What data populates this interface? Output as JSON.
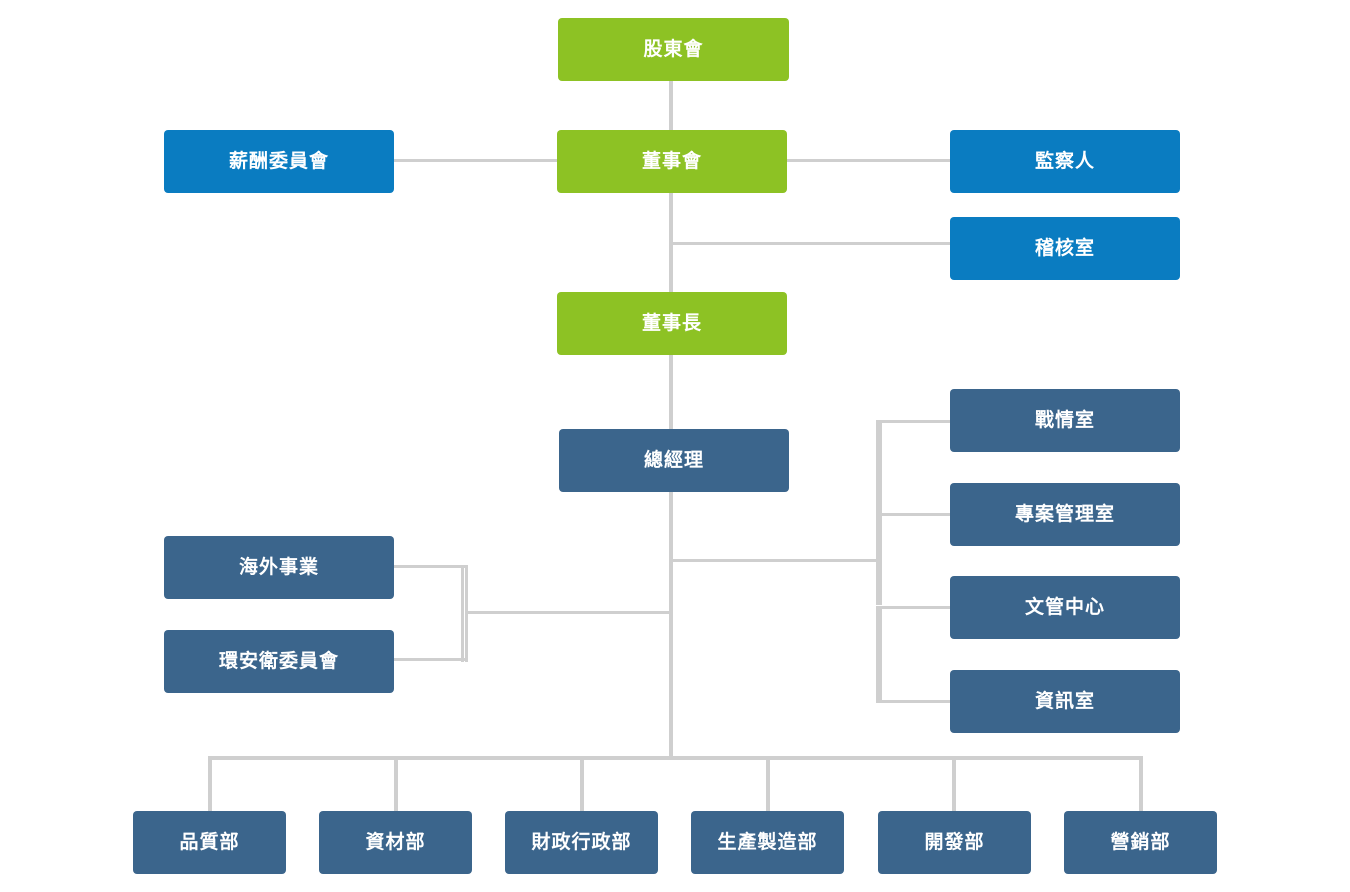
{
  "colors": {
    "board": "#8dc224",
    "committee": "#0a7cc1",
    "department": "#3b658c",
    "connector": "#cfcfcf"
  },
  "nodes": {
    "shareholders": "股東會",
    "board": "董事會",
    "remuneration_committee": "薪酬委員會",
    "supervisor": "監察人",
    "audit_office": "稽核室",
    "chairman": "董事長",
    "general_manager": "總經理",
    "war_room": "戰情室",
    "pmo": "專案管理室",
    "document_center": "文管中心",
    "it_office": "資訊室",
    "overseas_business": "海外事業",
    "ehs_committee": "環安衛委員會",
    "departments": [
      "品質部",
      "資材部",
      "財政行政部",
      "生產製造部",
      "開發部",
      "營銷部"
    ]
  }
}
